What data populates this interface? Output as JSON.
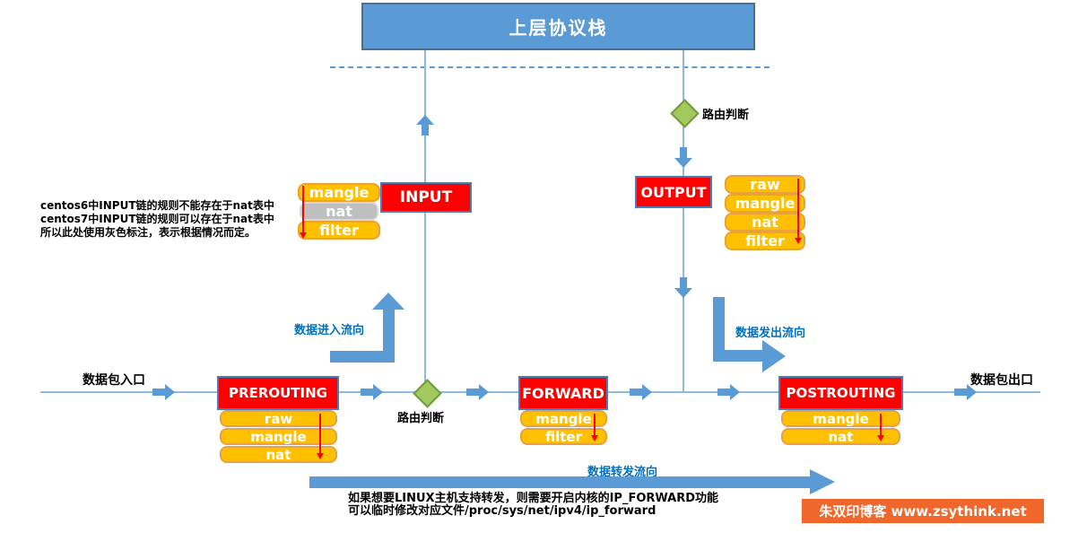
{
  "diagram": {
    "title": "上层协议栈",
    "watermark": "朱双印博客 www.zsythink.net",
    "labels": {
      "packet_in": "数据包入口",
      "packet_out": "数据包出口",
      "routing_top": "路由判断",
      "routing_mid": "路由判断",
      "flow_in": "数据进入流向",
      "flow_out": "数据发出流向",
      "flow_forward": "数据转发流向"
    },
    "notes": {
      "centos_line1": "centos6中INPUT链的规则不能存在于nat表中",
      "centos_line2": "centos7中INPUT链的规则可以存在于nat表中",
      "centos_line3": "所以此处使用灰色标注，表示根据情况而定。",
      "forward_line1": "如果想要LINUX主机支持转发，则需要开启内核的IP_FORWARD功能",
      "forward_line2": "可以临时修改对应文件/proc/sys/net/ipv4/ip_forward"
    },
    "chains": {
      "input": {
        "label": "INPUT",
        "tables": [
          "mangle",
          "nat",
          "filter"
        ]
      },
      "output": {
        "label": "OUTPUT",
        "tables": [
          "raw",
          "mangle",
          "nat",
          "filter"
        ]
      },
      "prerouting": {
        "label": "PREROUTING",
        "tables": [
          "raw",
          "mangle",
          "nat"
        ]
      },
      "forward": {
        "label": "FORWARD",
        "tables": [
          "mangle",
          "filter"
        ]
      },
      "postrouting": {
        "label": "POSTROUTING",
        "tables": [
          "mangle",
          "nat"
        ]
      }
    },
    "colors": {
      "chain_red": "#FF0000",
      "table_yellow": "#FFC000",
      "table_gray": "#BFBFBF",
      "accent_blue": "#5B9BD5",
      "connector_blue": "#8FBADF",
      "label_blue": "#0070C0",
      "diamond_green": "#A2C95D",
      "watermark_orange": "#F0662B"
    }
  }
}
